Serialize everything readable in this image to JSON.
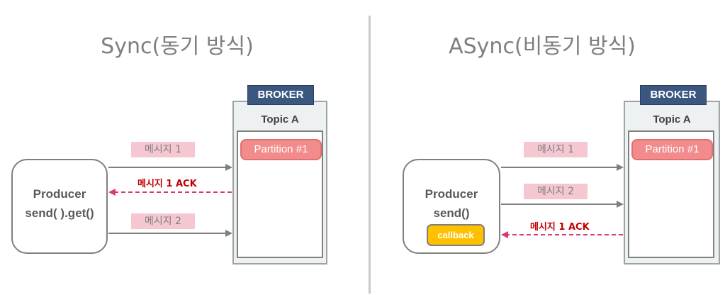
{
  "sync": {
    "title": "Sync(동기 방식)",
    "producer_line1": "Producer",
    "producer_line2": "send( ).get()",
    "broker_label": "BROKER",
    "topic_label": "Topic A",
    "partition_label": "Partition #1",
    "message1": "메시지 1",
    "ack": "메시지 1 ACK",
    "message2": "메시지 2"
  },
  "async": {
    "title": "ASync(비동기 방식)",
    "producer_line1": "Producer",
    "producer_line2": "send()",
    "callback": "callback",
    "broker_label": "BROKER",
    "topic_label": "Topic A",
    "partition_label": "Partition #1",
    "message1": "메시지 1",
    "message2": "메시지 2",
    "ack": "메시지 1 ACK"
  },
  "colors": {
    "broker_header": "#3b5780",
    "partition": "#f28c8c",
    "message_tag": "#f4c7d1",
    "ack_arrow": "#d63a6e",
    "ack_text": "#c00000",
    "callback": "#ffc000",
    "arrow": "#7f7f7f"
  }
}
